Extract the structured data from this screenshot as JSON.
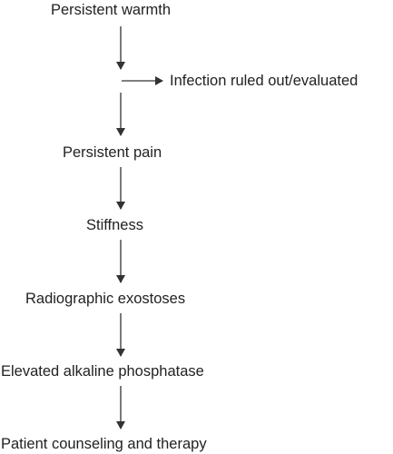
{
  "flowchart": {
    "steps": [
      "Persistent warmth",
      "Persistent pain",
      "Stiffness",
      "Radiographic exostoses",
      "Elevated alkaline phosphatase",
      "Patient counseling and therapy"
    ],
    "side_branch": "Infection ruled out/evaluated"
  },
  "colors": {
    "text": "#222222",
    "arrow": "#333333",
    "background": "#ffffff"
  }
}
